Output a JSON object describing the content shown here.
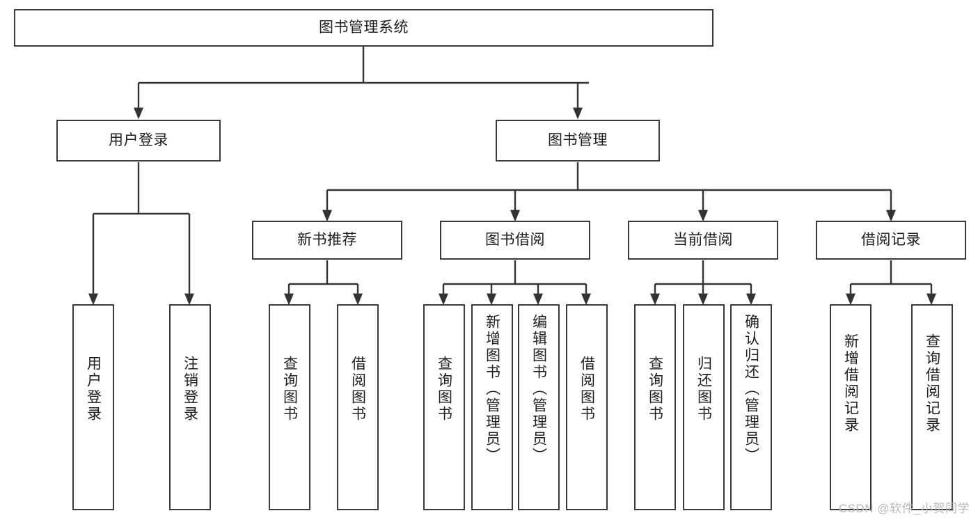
{
  "diagram": {
    "title": "图书管理系统",
    "type": "tree",
    "watermark": "CSDN @软件_小贺同学",
    "colors": {
      "box_border": "#3a3a3a",
      "box_fill": "#ffffff",
      "connector": "#333333",
      "text": "#1d1d1d",
      "watermark": "#b9b9b9",
      "background": "#ffffff"
    },
    "nodes": {
      "root": "图书管理系统",
      "level2": [
        "用户登录",
        "图书管理"
      ],
      "level3": [
        "新书推荐",
        "图书借阅",
        "当前借阅",
        "借阅记录"
      ],
      "leaves": {
        "user_login": [
          "用户登录",
          "注销登录"
        ],
        "new_book_recommend": [
          "查询图书",
          "借阅图书"
        ],
        "book_borrow": [
          "查询图书",
          "新增图书（管理员）",
          "编辑图书（管理员）",
          "借阅图书"
        ],
        "current_borrow": [
          "查询图书",
          "归还图书",
          "确认归还（管理员）"
        ],
        "borrow_record": [
          "新增借阅记录",
          "查询借阅记录"
        ]
      }
    }
  }
}
